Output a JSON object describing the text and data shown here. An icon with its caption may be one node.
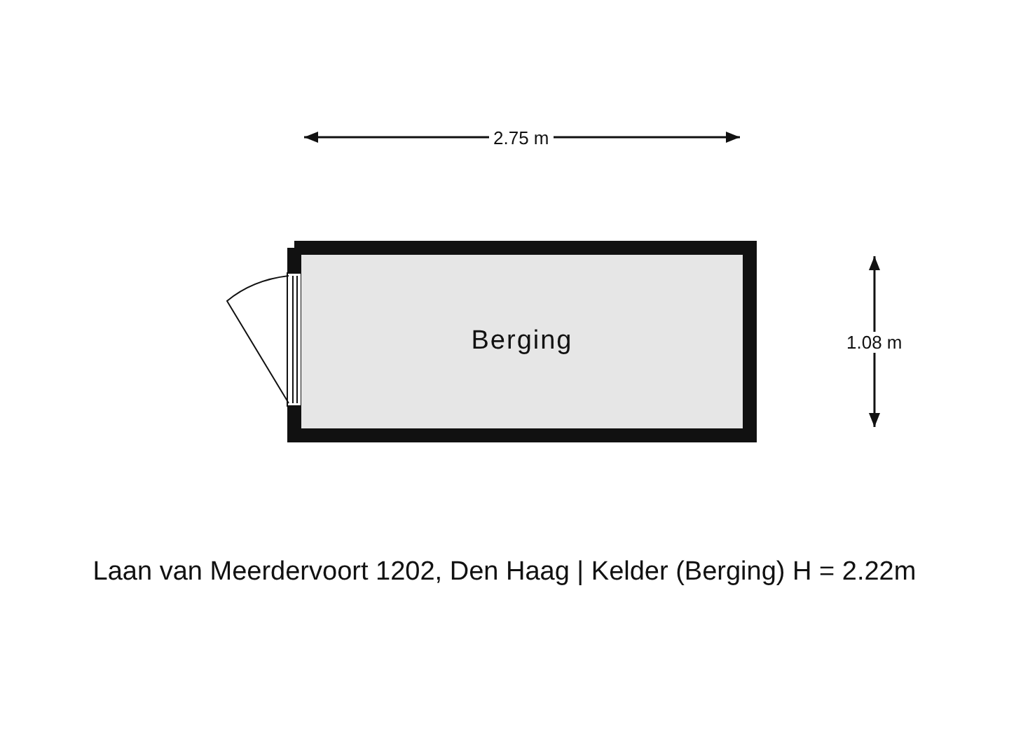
{
  "diagram": {
    "nodes": [
      {
        "text": [
          "Berging"
        ]
      }
    ],
    "labels": [
      "2.75 m",
      "1.08 m"
    ],
    "caption": "Laan van Meerdervoort 1202, Den Haag | Kelder (Berging) H = 2.22m"
  }
}
